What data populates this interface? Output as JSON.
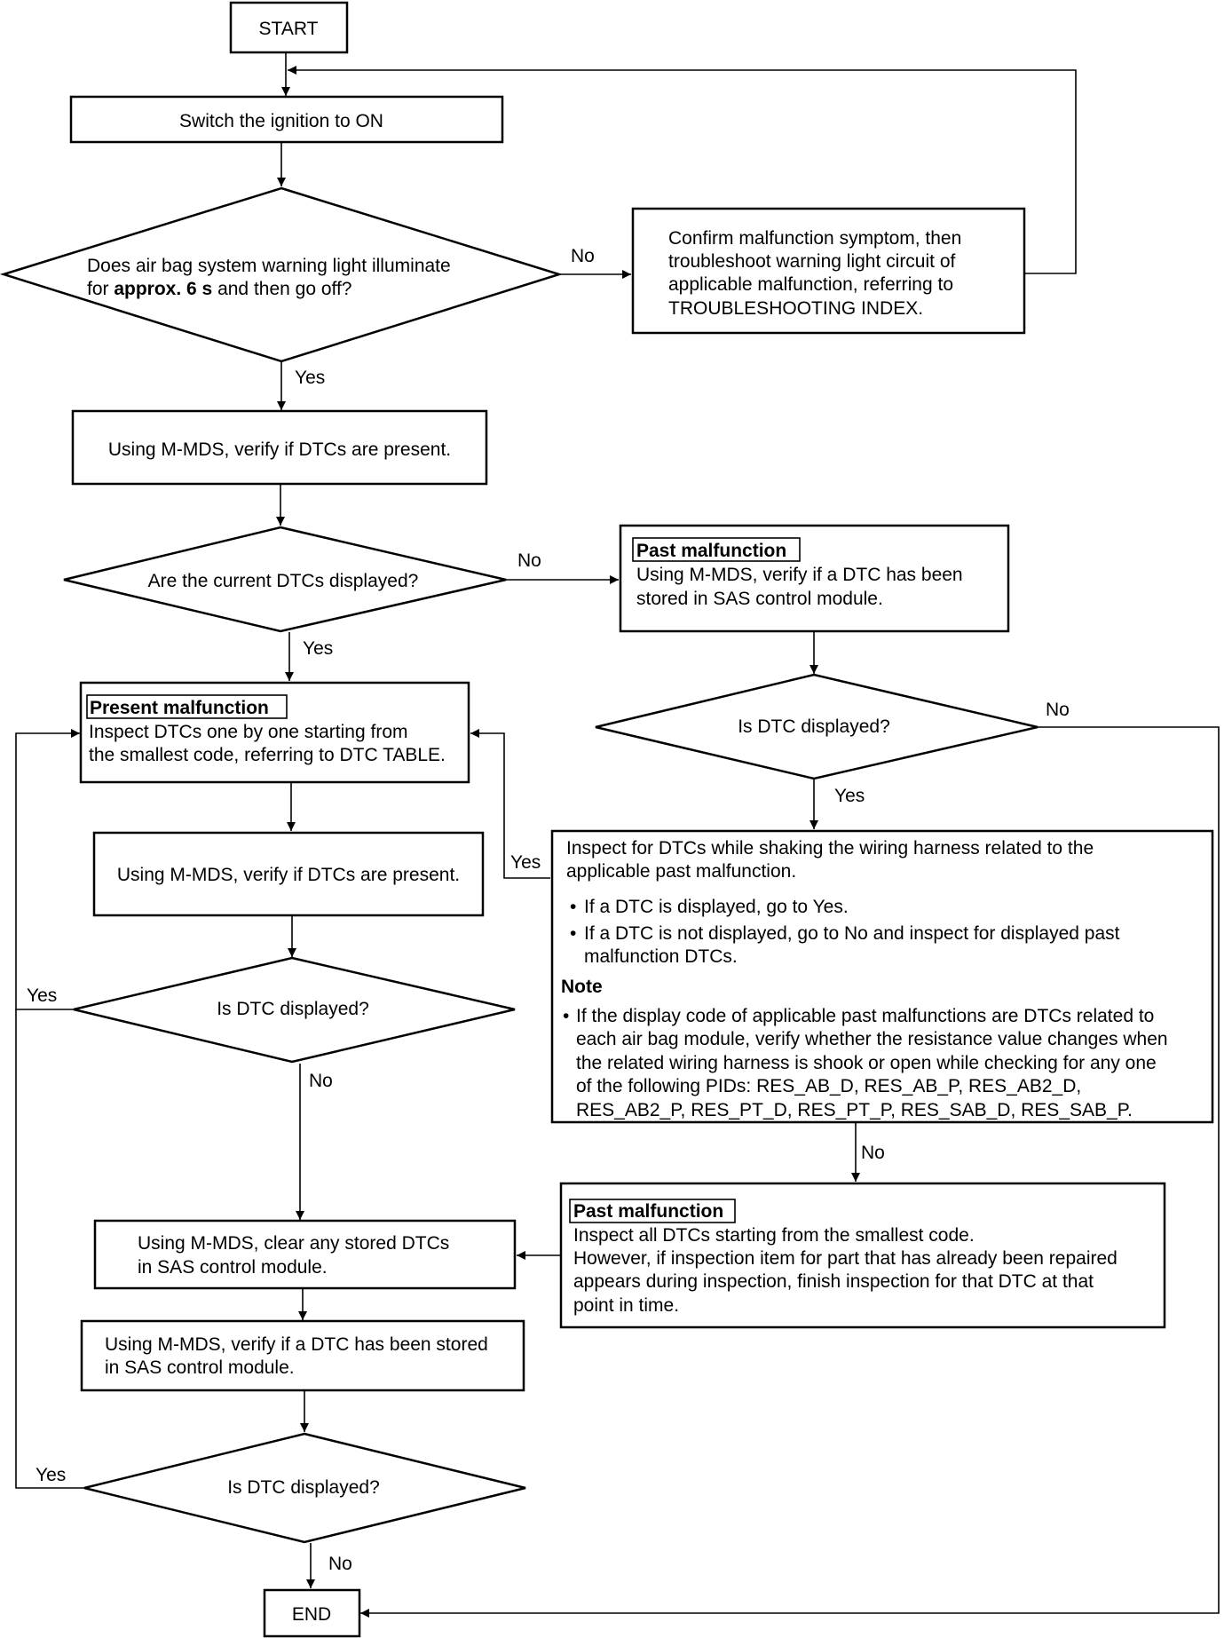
{
  "start": "START",
  "end": "END",
  "step_ignition": "Switch the ignition to ON",
  "q_warning_light": {
    "line1": "Does air bag system warning light illuminate",
    "line2_pre": "for ",
    "line2_bold": "approx. 6 s",
    "line2_post": " and then go off?"
  },
  "troubleshoot_box": [
    "Confirm malfunction symptom, then",
    "troubleshoot warning light circuit of",
    "applicable malfunction, referring to",
    "TROUBLESHOOTING INDEX."
  ],
  "step_verify_dtcs": "Using M-MDS, verify if DTCs are present.",
  "q_current_dtcs": "Are the current DTCs displayed?",
  "past_box_1": {
    "tag": "Past malfunction",
    "lines": [
      "Using M-MDS, verify if a DTC has been",
      "stored in SAS control module."
    ]
  },
  "present_box": {
    "tag": "Present malfunction",
    "lines": [
      "Inspect DTCs one by one starting from",
      "the smallest code, referring to DTC TABLE."
    ]
  },
  "q_dtc_displayed": "Is DTC displayed?",
  "step_verify_dtcs_2": "Using M-MDS, verify if DTCs are present.",
  "shake_box": {
    "lines": [
      "Inspect for DTCs while shaking the wiring harness related to the",
      "applicable past malfunction."
    ],
    "bullet1": "If a DTC is displayed, go to Yes.",
    "bullet2": [
      "If a DTC is not displayed, go to No and inspect for displayed past",
      "malfunction DTCs."
    ],
    "note_title": "Note",
    "note_lines": [
      "If the display code of applicable past malfunctions are DTCs related to",
      "each air bag module, verify whether the resistance value changes when",
      "the related wiring harness is shook or open while checking for any one",
      "of the following PIDs: RES_AB_D, RES_AB_P, RES_AB2_D,",
      "RES_AB2_P, RES_PT_D, RES_PT_P, RES_SAB_D, RES_SAB_P."
    ]
  },
  "past_box_2": {
    "tag": "Past malfunction",
    "lines": [
      "Inspect all DTCs starting from the smallest code.",
      "However, if inspection item for part that has already been repaired",
      "appears during inspection, finish inspection for that DTC at that",
      "point in time."
    ]
  },
  "step_clear_dtcs": [
    "Using M-MDS, clear any stored DTCs",
    "in SAS control module."
  ],
  "step_verify_stored": [
    "Using M-MDS, verify if a DTC has been stored",
    "in SAS control module."
  ],
  "labels": {
    "yes": "Yes",
    "no": "No"
  }
}
